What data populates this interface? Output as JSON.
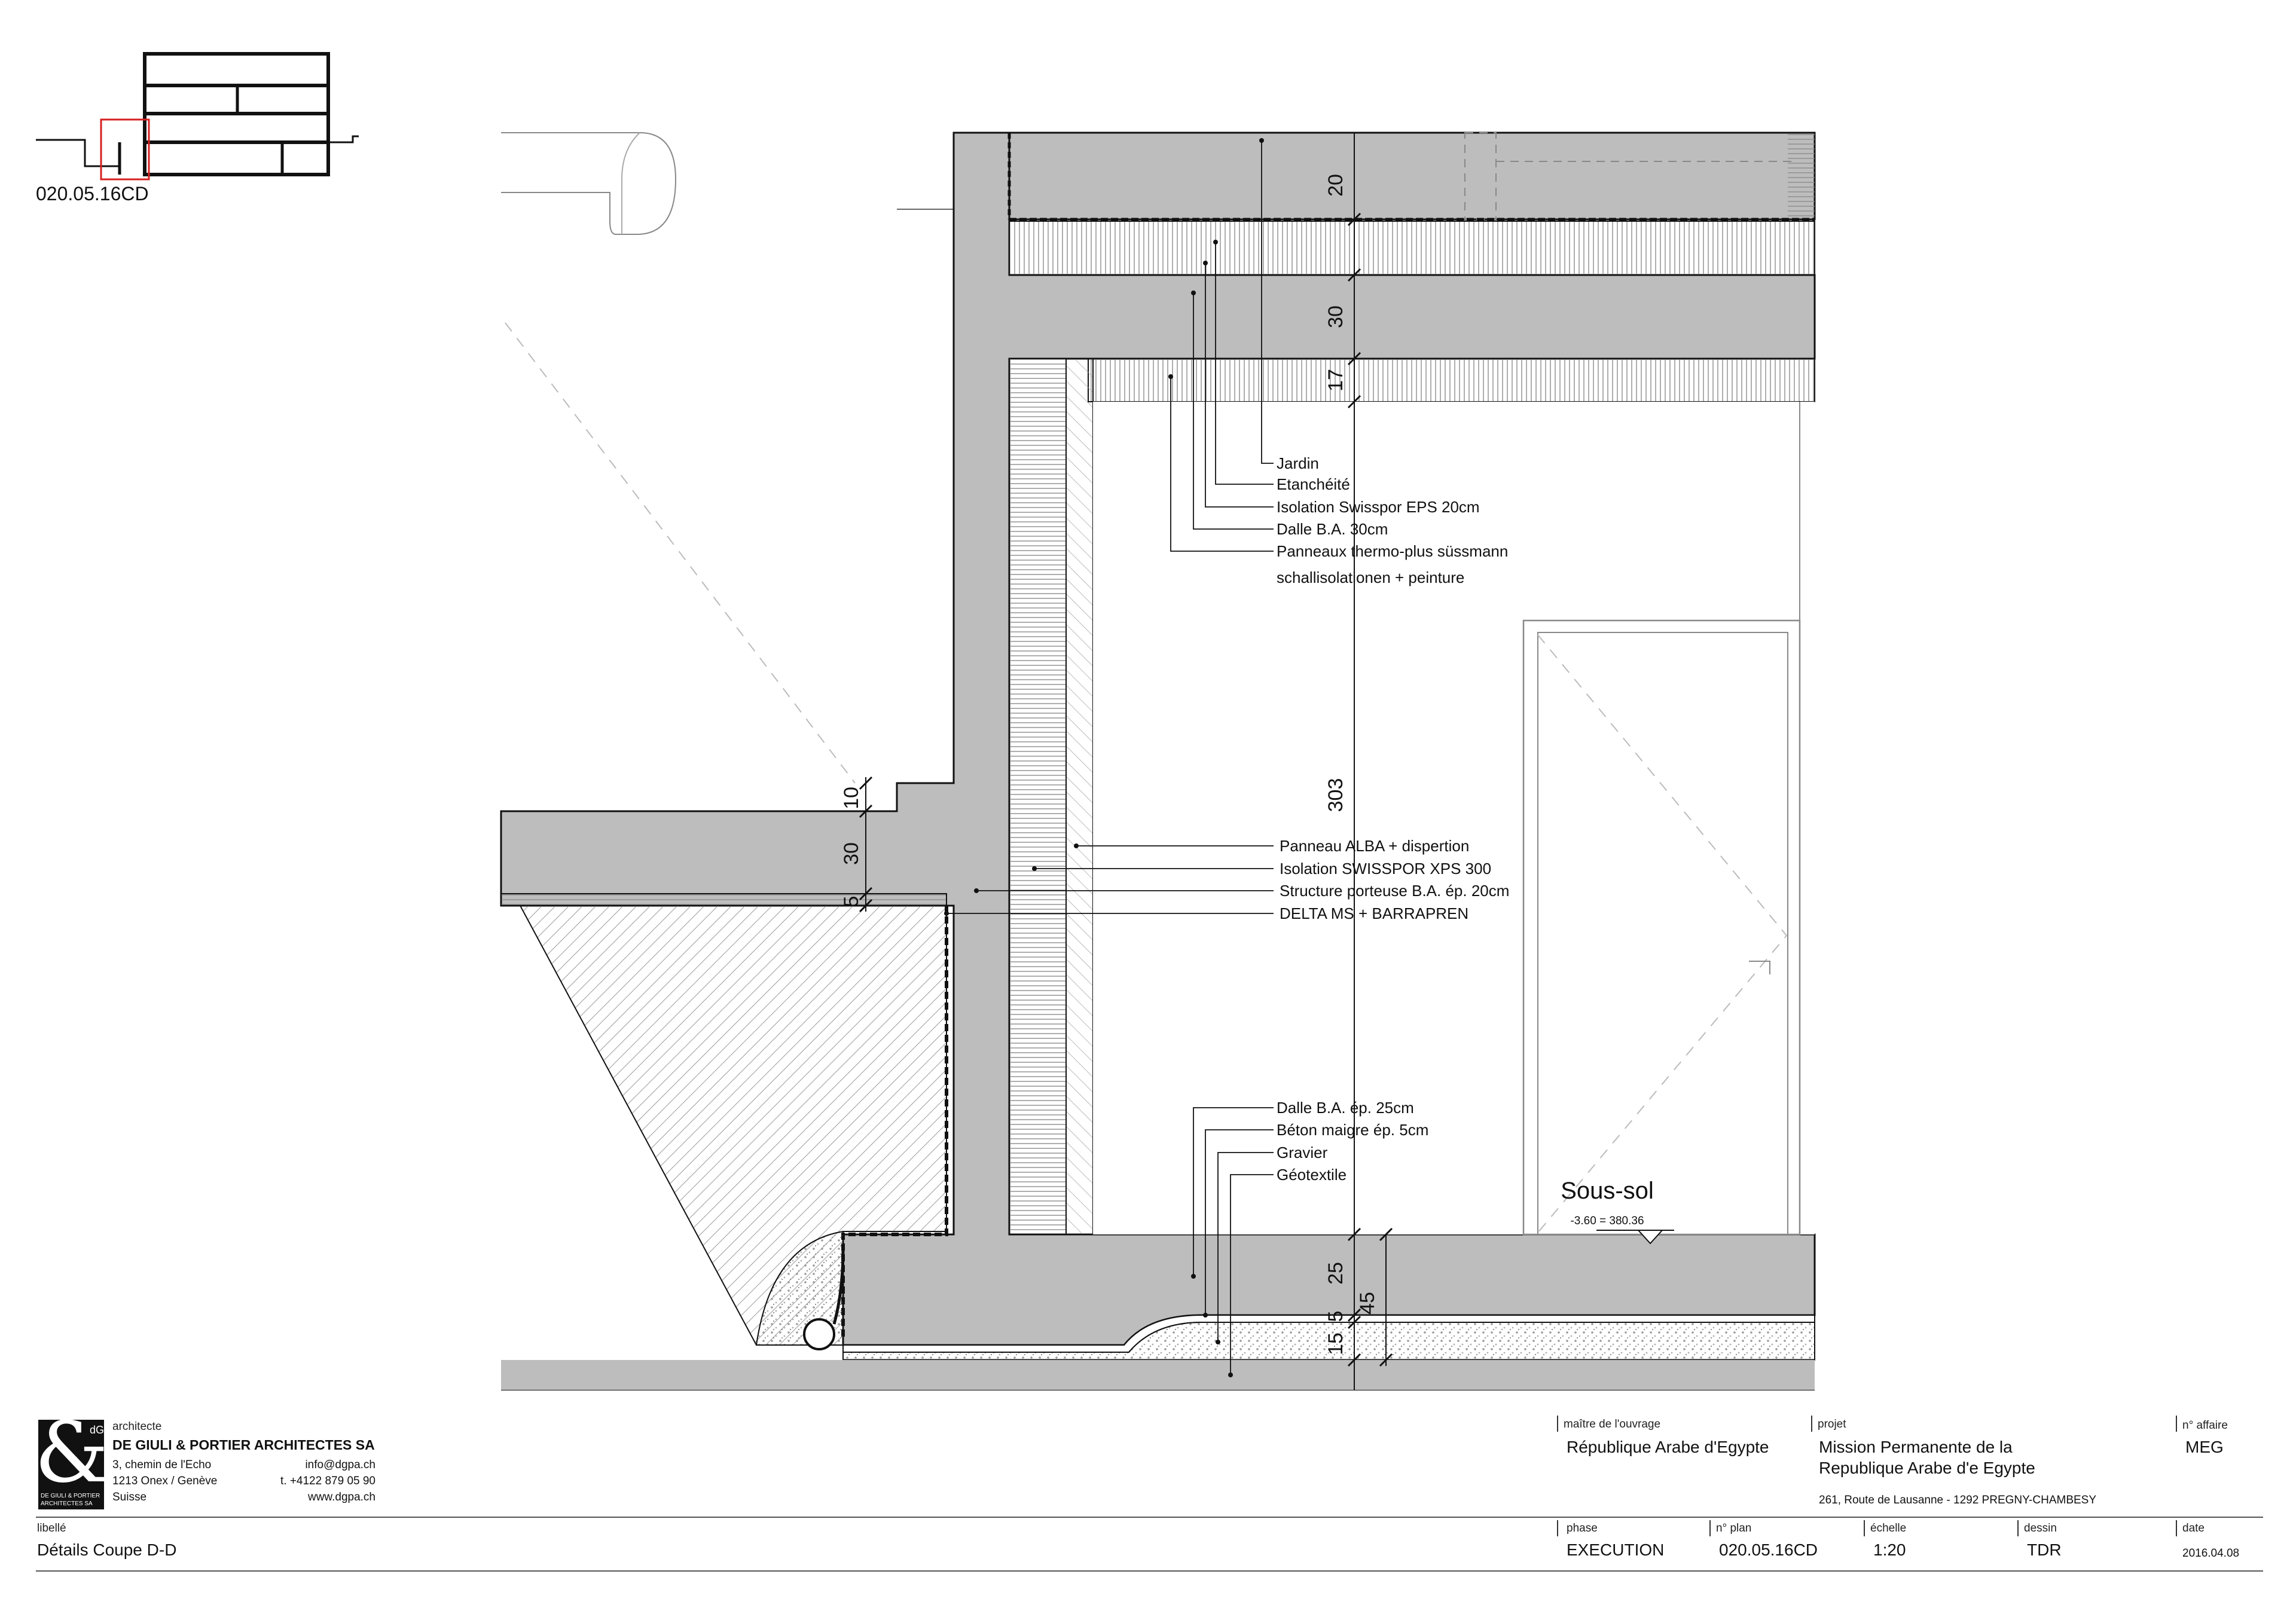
{
  "key_plan": {
    "code": "020.05.16CD"
  },
  "drawing": {
    "level": {
      "name": "Sous-sol",
      "elevation": "-3.60 = 380.36"
    },
    "dimensions": {
      "slab_top": "20",
      "slab_roof": "30",
      "ceiling_panel": "17",
      "room_height": "303",
      "step": "10",
      "ground_slab": "30",
      "sub_layer": "5",
      "floor_slab": "25",
      "lean_concrete": "5",
      "gravel": "15",
      "floor_total": "45"
    },
    "annotations_roof": [
      "Jardin",
      "Etanchéité",
      "Isolation Swisspor EPS 20cm",
      "Dalle B.A. 30cm",
      "Panneaux thermo-plus süssmann",
      "schallisolationen + peinture"
    ],
    "annotations_wall": [
      "Panneau ALBA + dispertion",
      "Isolation SWISSPOR XPS 300",
      "Structure porteuse B.A. ép. 20cm",
      "DELTA MS + BARRAPREN"
    ],
    "annotations_floor": [
      "Dalle B.A. ép. 25cm",
      "Béton maigre ép. 5cm",
      "Gravier",
      "Géotextile"
    ]
  },
  "title_block": {
    "firm": {
      "logo_text": "dGPa",
      "logo_sub1": "DE GIULI & PORTIER",
      "logo_sub2": "ARCHITECTES SA",
      "role": "architecte",
      "name": "DE GIULI & PORTIER ARCHITECTES SA",
      "address1": "3,  chemin de  l'Echo",
      "address2": "1213 Onex / Genève",
      "country": "Suisse",
      "email": "info@dgpa.ch",
      "phone": "t. +4122 879 05 90",
      "web": "www.dgpa.ch"
    },
    "owner": {
      "label": "maître de l'ouvrage",
      "value": "République Arabe d'Egypte"
    },
    "project": {
      "label": "projet",
      "line1": "Mission Permanente de la",
      "line2": "Republique Arabe d'e Egypte",
      "address": "261, Route de Lausanne - 1292 PREGNY-CHAMBESY"
    },
    "affaire": {
      "label": "n° affaire",
      "value": "MEG"
    },
    "libelle": {
      "label": "libellé",
      "value": "Détails Coupe D-D"
    },
    "phase": {
      "label": "phase",
      "value": "EXECUTION"
    },
    "plan": {
      "label": "n° plan",
      "value": "020.05.16CD"
    },
    "scale": {
      "label": "échelle",
      "value": "1:20"
    },
    "drawn": {
      "label": "dessin",
      "value": "TDR"
    },
    "date": {
      "label": "date",
      "value": "2016.04.08"
    }
  },
  "colors": {
    "concrete": "#bdbdbd",
    "line": "#111111",
    "keyplan_highlight": "#d62020"
  }
}
